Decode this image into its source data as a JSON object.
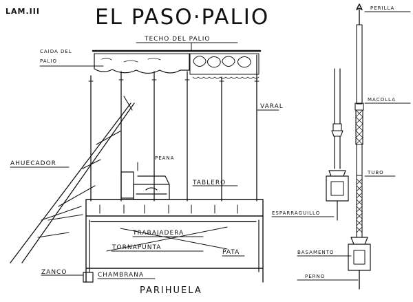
{
  "plate": "LAM.III",
  "title": "EL PASO·PALIO",
  "labels": {
    "techo": "TECHO DEL PALIO",
    "caida_1": "CAIDA DEL",
    "caida_2": "PALIO",
    "varal": "VARAL",
    "ahuecador": "AHUECADOR",
    "peana": "PEANA",
    "tablero": "TABLERO",
    "trabajadera": "TRABAJADERA",
    "tornapunta": "TORNAPUNTA",
    "pata": "PATA",
    "zanco": "ZANCO",
    "chambrana": "CHAMBRANA",
    "parihuela": "PARIHUELA",
    "perilla": "PERILLA",
    "macolla": "MACOLLA",
    "tubo": "TUBO",
    "esparraguillo": "ESPARRAGUILLO",
    "basamento": "BASAMENTO",
    "perno": "PERNO"
  },
  "colors": {
    "ink": "#111111",
    "paper": "#ffffff"
  }
}
